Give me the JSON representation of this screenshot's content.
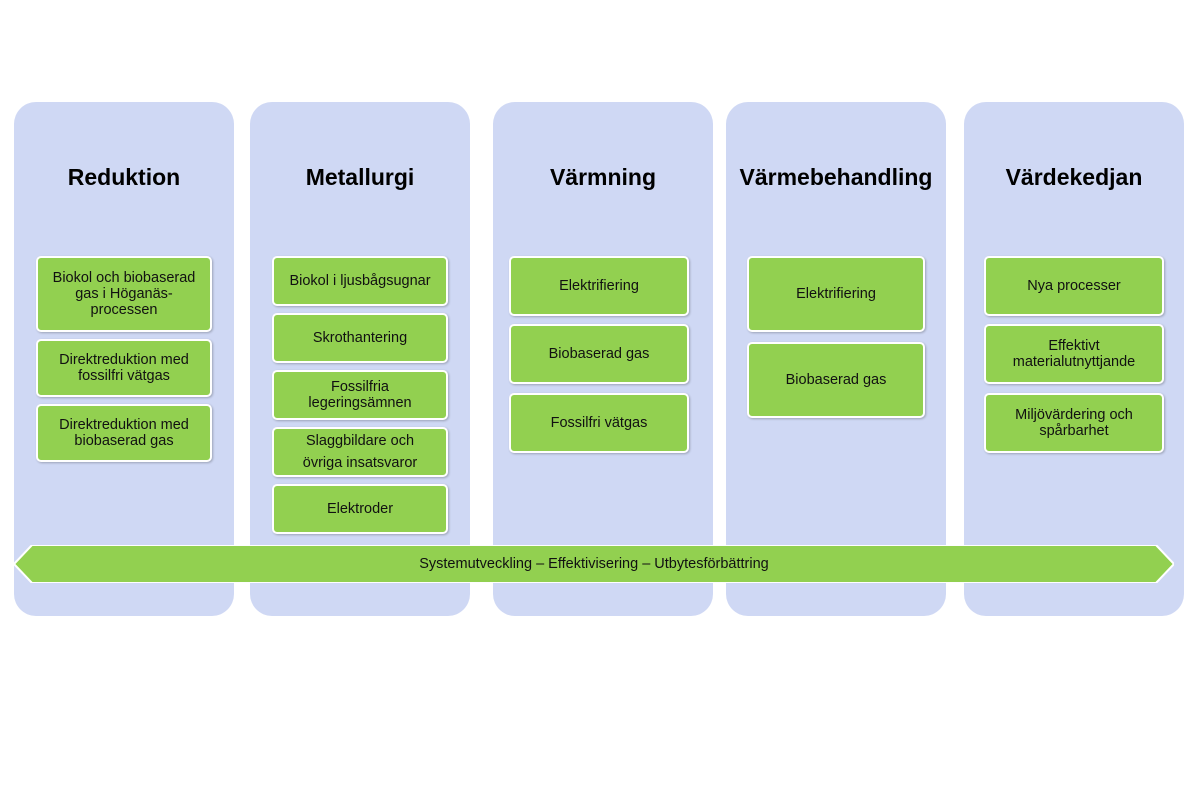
{
  "colors": {
    "column_fill": "#cfd8f4",
    "box_fill": "#92d050",
    "box_border": "#ffffff",
    "band_fill": "#92d050"
  },
  "columns": [
    {
      "title": "Reduktion",
      "items": [
        "Biokol och biobaserad\ngas i Höganäs-\nprocessen",
        "Direktreduktion med\nfossilfri vätgas",
        "Direktreduktion med\nbiobaserad gas"
      ]
    },
    {
      "title": "Metallurgi",
      "items": [
        "Biokol i ljusbågsugnar",
        "Skrothantering",
        "Fossilfria\nlegeringsämnen",
        "Slaggbildare och\növriga insatsvaror",
        "Elektroder"
      ]
    },
    {
      "title": "Värmning",
      "items": [
        "Elektrifiering",
        "Biobaserad gas",
        "Fossilfri vätgas"
      ]
    },
    {
      "title": "Värmebehandling",
      "items": [
        "Elektrifiering",
        "Biobaserad gas"
      ]
    },
    {
      "title": "Värdekedjan",
      "items": [
        "Nya processer",
        "Effektivt\nmaterialutnyttjande",
        "Miljövärdering och\nspårbarhet"
      ]
    }
  ],
  "band": {
    "label": "Systemutveckling – Effektivisering – Utbytesförbättring"
  }
}
